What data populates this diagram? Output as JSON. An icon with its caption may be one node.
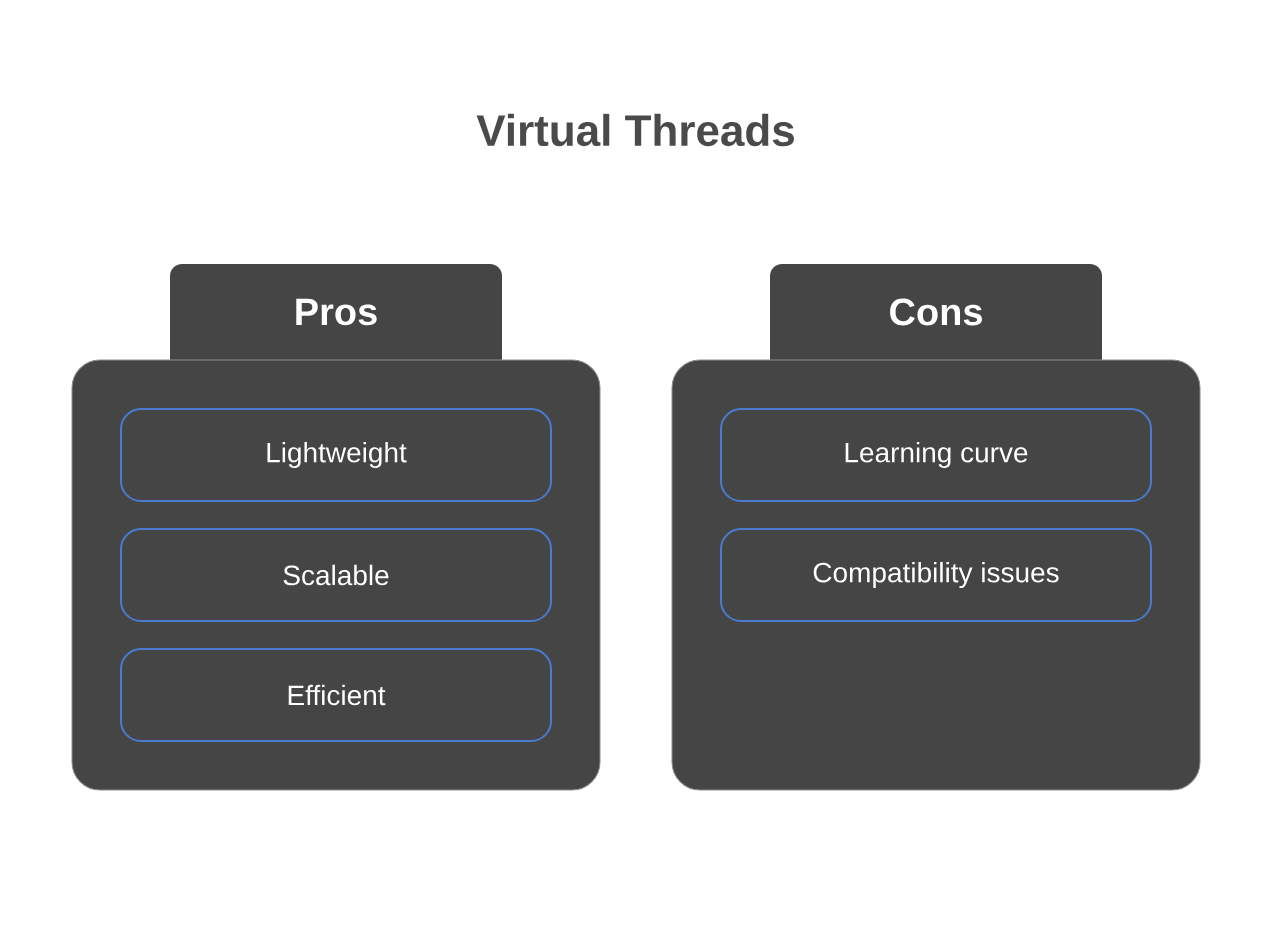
{
  "diagram": {
    "title": "Virtual Threads",
    "nodes": [
      {
        "text": [
          "Pros"
        ]
      },
      {
        "text": [
          "Lightweight"
        ],
        "in": 0
      },
      {
        "text": [
          "Scalable"
        ],
        "in": 0
      },
      {
        "text": [
          "Efficient"
        ],
        "in": 0
      },
      {
        "text": [
          "Cons"
        ]
      },
      {
        "text": [
          "Learning curve"
        ],
        "in": 4
      },
      {
        "text": [
          "Compatibility issues"
        ],
        "in": 4
      }
    ]
  }
}
